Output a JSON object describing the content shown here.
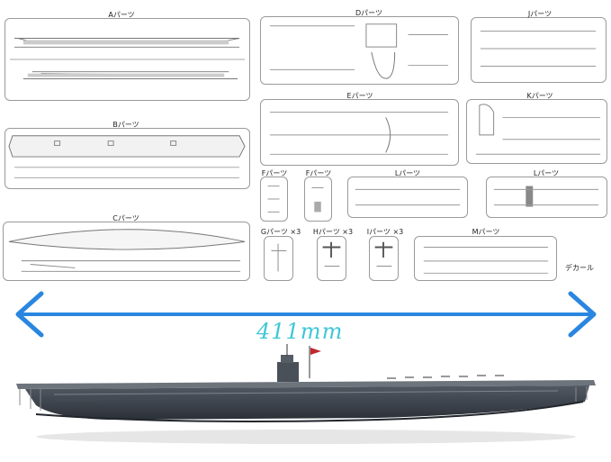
{
  "parts": [
    {
      "id": "A",
      "label": "Aパーツ"
    },
    {
      "id": "B",
      "label": "Bパーツ"
    },
    {
      "id": "C",
      "label": "Cパーツ"
    },
    {
      "id": "D",
      "label": "Dパーツ"
    },
    {
      "id": "E",
      "label": "Eパーツ"
    },
    {
      "id": "J",
      "label": "Jパーツ"
    },
    {
      "id": "K",
      "label": "Kパーツ"
    },
    {
      "id": "F1",
      "label": "Fパーツ"
    },
    {
      "id": "F2",
      "label": "Fパーツ"
    },
    {
      "id": "L1",
      "label": "Lパーツ"
    },
    {
      "id": "L2",
      "label": "Lパーツ"
    },
    {
      "id": "G",
      "label": "Gパーツ ×3"
    },
    {
      "id": "H",
      "label": "Hパーツ ×3"
    },
    {
      "id": "I",
      "label": "Iパーツ ×3"
    },
    {
      "id": "M",
      "label": "Mパーツ"
    }
  ],
  "decal_label": "デカール",
  "dimension_label": "411mm",
  "colors": {
    "arrow": "#2a86e0",
    "dimension_text": "#3ec7d6",
    "hull": "#3a4048",
    "deck": "#6d747c"
  }
}
